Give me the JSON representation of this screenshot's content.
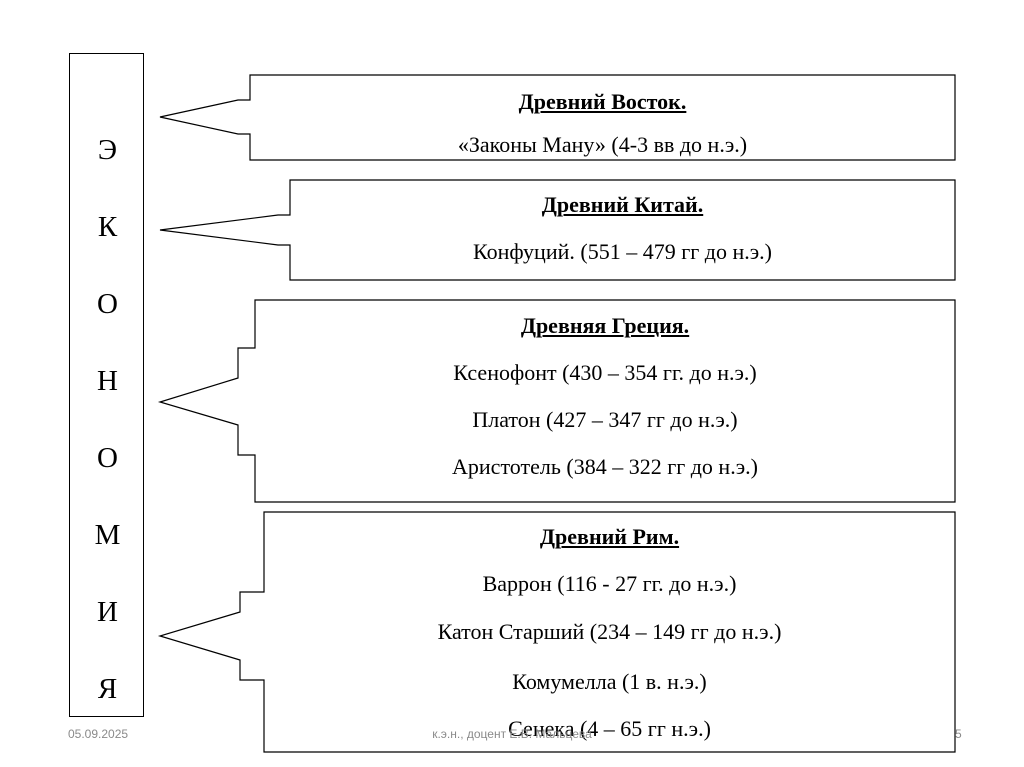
{
  "vertical_word": [
    "Э",
    "К",
    "О",
    "Н",
    "О",
    "М",
    "И",
    "Я"
  ],
  "panels": [
    {
      "title": "Древний Восток.",
      "lines": [
        "«Законы Ману» (4-3 вв до н.э.)"
      ]
    },
    {
      "title": "Древний Китай.",
      "lines": [
        "Конфуций. (551 – 479 гг до н.э.)"
      ]
    },
    {
      "title": "Древняя Греция.",
      "lines": [
        "Ксенофонт (430 – 354 гг. до н.э.)",
        "Платон (427 – 347 гг до н.э.)",
        "Аристотель (384 – 322 гг до н.э.)"
      ]
    },
    {
      "title": "Древний Рим.",
      "lines": [
        "Варрон (116 - 27 гг. до н.э.)",
        "Катон Старший (234 – 149  гг до н.э.)",
        "Комумелла  (1 в. н.э.)",
        "Сенека (4 – 65 гг н.э.)"
      ]
    }
  ],
  "footer": {
    "date": "05.09.2025",
    "author": "к.э.н., доцент Е.В. Мальцева",
    "page": "5"
  }
}
